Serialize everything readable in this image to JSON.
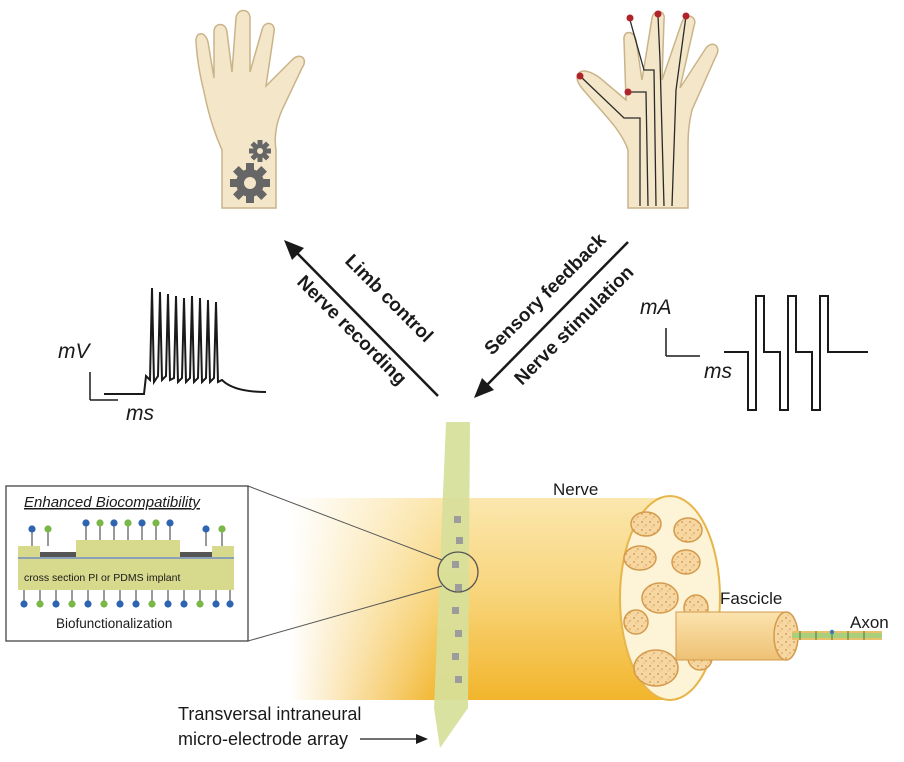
{
  "labels": {
    "limb_control": "Limb control",
    "nerve_recording": "Nerve recording",
    "sensory_feedback": "Sensory feedback",
    "nerve_stimulation": "Nerve stimulation",
    "mV": "mV",
    "ms_left": "ms",
    "mA": "mA",
    "ms_right": "ms",
    "nerve": "Nerve",
    "fascicle": "Fascicle",
    "axon": "Axon",
    "inset_title": "Enhanced Biocompatibility",
    "inset_cross_section": "cross section PI or PDMS implant",
    "inset_biofunc": "Biofunctionalization",
    "array_line1": "Transversal intraneural",
    "array_line2": "micro-electrode array"
  },
  "colors": {
    "skin": "#f4e6c8",
    "skin_outline": "#c9b48a",
    "gear": "#666666",
    "nerve_dark": "#f0b830",
    "nerve_light": "#fcefc4",
    "fascicle_fill": "#f7d9a0",
    "implant": "#d7e09a",
    "electrode_dot": "#9c9c9c",
    "sensor_dot": "#b0232a",
    "bead_blue": "#2f64b0",
    "bead_green": "#7ab648"
  }
}
